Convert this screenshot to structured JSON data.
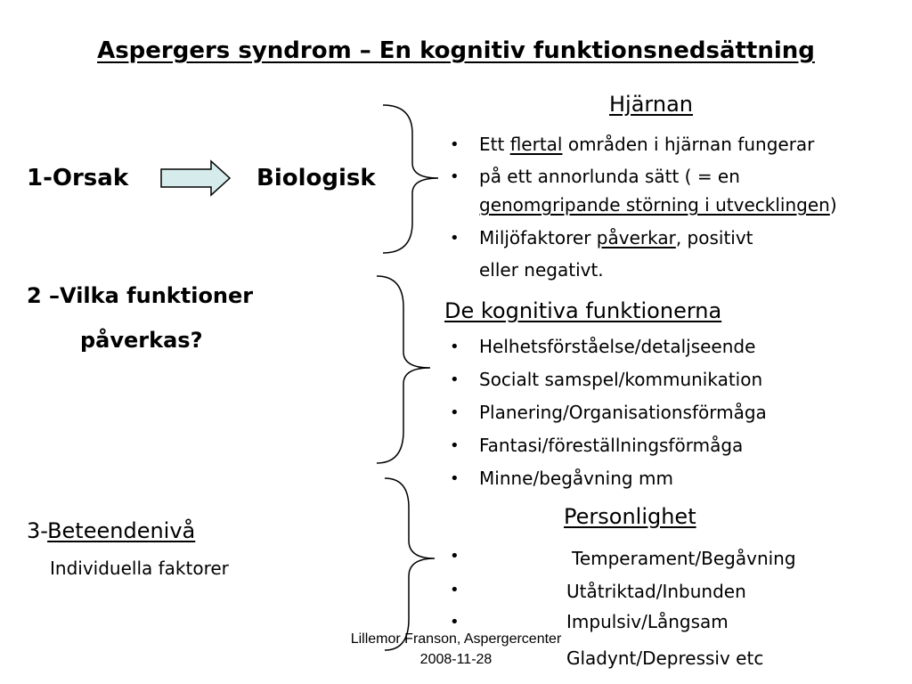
{
  "slide": {
    "title": "Aspergers syndrom – En kognitiv funktionsnedsättning"
  },
  "left": {
    "orsak_label": "1-Orsak",
    "orsak_value": "Biologisk",
    "q2_line1": "2 –Vilka funktioner",
    "q2_line2": "påverkas?",
    "q3_prefix": "3-",
    "q3_label": "Beteendenivå",
    "q3_sub": "Individuella faktorer"
  },
  "hjarnan": {
    "heading": "Hjärnan",
    "b1_pre": "Ett ",
    "b1_u": "flertal",
    "b1_post": " områden i hjärnan fungerar",
    "b2_line1": "på ett annorlunda sätt   ( = en",
    "b2_u": "genomgripande störning i utvecklingen",
    "b2_post": ")",
    "b3_pre": "Miljöfaktorer ",
    "b3_u": "påverkar",
    "b3_post": ", positivt",
    "b3_line2": "eller negativt."
  },
  "kognitiva": {
    "heading": "De kognitiva funktionerna",
    "items": [
      "Helhetsförståelse/detaljseende",
      "Socialt samspel/kommunikation",
      "Planering/Organisationsförmåga",
      "Fantasi/föreställningsförmåga",
      "Minne/begåvning mm"
    ]
  },
  "personlighet": {
    "heading": "Personlighet",
    "items": [
      "Temperament/Begåvning",
      "Utåtriktad/Inbunden",
      "Impulsiv/Långsam",
      "Gladynt/Depressiv etc"
    ]
  },
  "footer": {
    "line1": "Lillemor Franson,  Aspergercenter",
    "line2": "2008-11-28"
  },
  "colors": {
    "arrow_fill": "#d6ecec",
    "text": "#000000"
  }
}
